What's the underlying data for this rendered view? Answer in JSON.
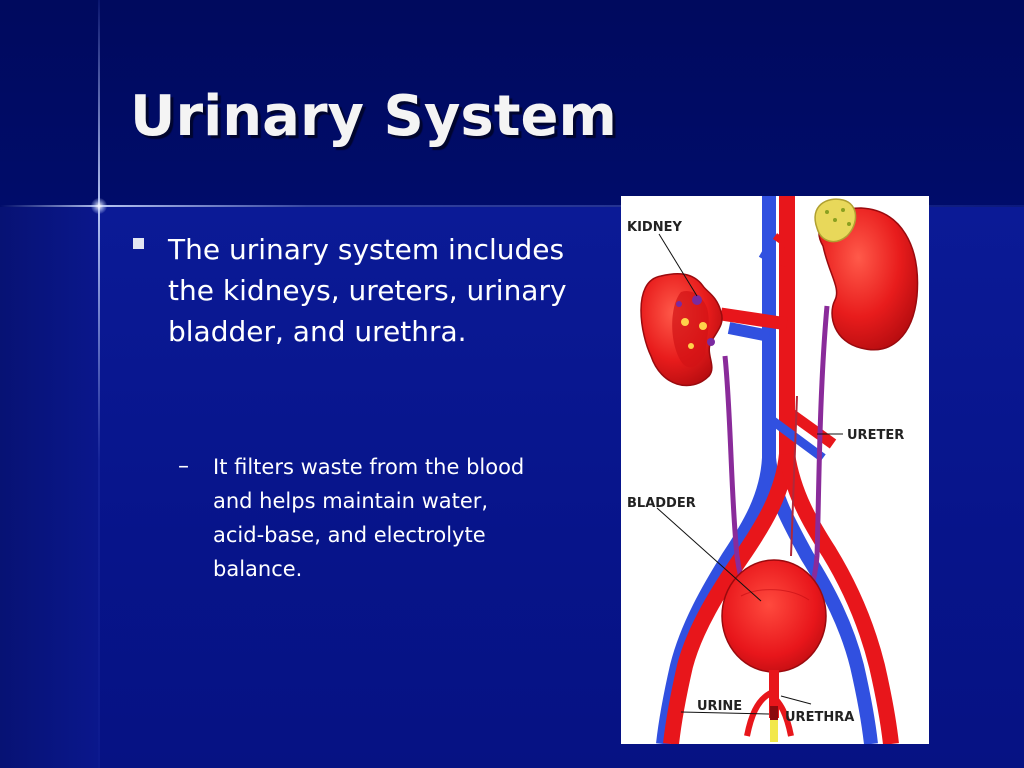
{
  "slide": {
    "title": "Urinary System",
    "bullet": "The urinary system includes the kidneys, ureters, urinary bladder, and urethra.",
    "sub_dash": "–",
    "sub_bullet": "It filters waste from the blood and helps maintain water, acid-base, and electrolyte balance."
  },
  "figure": {
    "labels": {
      "kidney": "KIDNEY",
      "ureter": "URETER",
      "bladder": "BLADDER",
      "urine": "URINE",
      "urethra": "URETHRA"
    }
  },
  "colors": {
    "background": "#05107a",
    "title_text": "#f4f4f4",
    "body_text": "#ffffff",
    "artery_red": "#e8161b",
    "vein_blue": "#3150e0"
  }
}
